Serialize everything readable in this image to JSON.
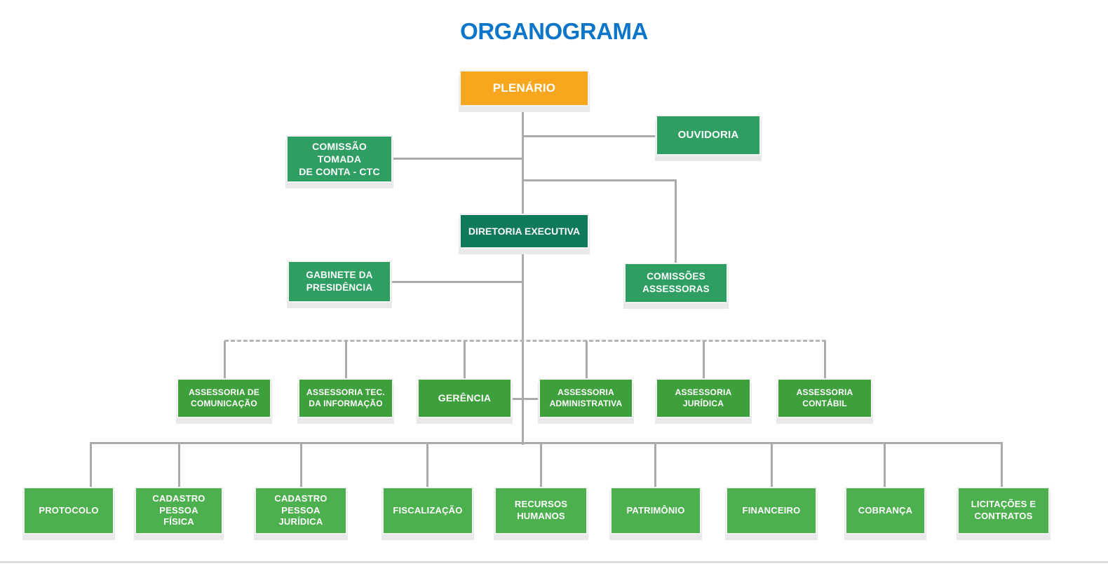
{
  "title": "ORGANOGRAMA",
  "colors": {
    "title_blue": "#0a75c9",
    "amber": "#f8a61d",
    "sea_green": "#2f9e63",
    "dark_green": "#0e7a59",
    "grass_green": "#3ea03c",
    "light_green": "#4cb04e",
    "line_gray": "#ababab"
  },
  "nodes": {
    "plenario": {
      "label": "PLENÁRIO"
    },
    "ouvidoria": {
      "label": "OUVIDORIA"
    },
    "ctc": {
      "label": [
        "COMISSÃO",
        "TOMADA",
        "DE CONTA - CTC"
      ]
    },
    "diretoria": {
      "label": "DIRETORIA EXECUTIVA"
    },
    "gabinete": {
      "label": [
        "GABINETE DA",
        "PRESIDÊNCIA"
      ]
    },
    "comissoes": {
      "label": [
        "COMISSÕES",
        "ASSESSORAS"
      ]
    },
    "assessoria_comunicacao": {
      "label": [
        "ASSESSORIA DE",
        "COMUNICAÇÃO"
      ]
    },
    "assessoria_tec": {
      "label": [
        "ASSESSORIA TEC.",
        "DA INFORMAÇÃO"
      ]
    },
    "gerencia": {
      "label": "GERÊNCIA"
    },
    "assessoria_adm": {
      "label": [
        "ASSESSORIA",
        "ADMINISTRATIVA"
      ]
    },
    "assessoria_juridica": {
      "label": [
        "ASSESSORIA",
        "JURÍDICA"
      ]
    },
    "assessoria_contabil": {
      "label": [
        "ASSESSORIA",
        "CONTÁBIL"
      ]
    },
    "protocolo": {
      "label": "PROTOCOLO"
    },
    "cadastro_pf": {
      "label": [
        "CADASTRO",
        "PESSOA",
        "FÍSICA"
      ]
    },
    "cadastro_pj": {
      "label": [
        "CADASTRO",
        "PESSOA",
        "JURÍDICA"
      ]
    },
    "fiscalizacao": {
      "label": "FISCALIZAÇÃO"
    },
    "recursos_humanos": {
      "label": [
        "RECURSOS",
        "HUMANOS"
      ]
    },
    "patrimonio": {
      "label": "PATRIMÔNIO"
    },
    "financeiro": {
      "label": "FINANCEIRO"
    },
    "cobranca": {
      "label": "COBRANÇA"
    },
    "licitacoes": {
      "label": [
        "LICITAÇÕES E",
        "CONTRATOS"
      ]
    }
  }
}
